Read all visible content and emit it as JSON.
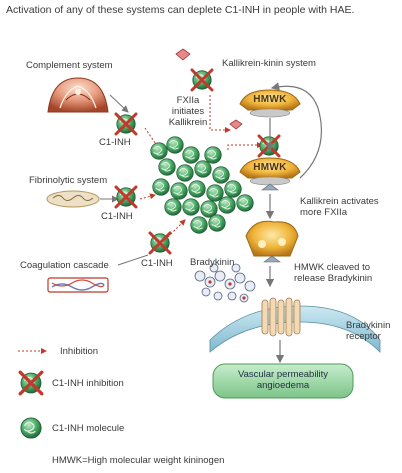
{
  "title": "Activation of any of these systems can deplete C1-INH in people with HAE.",
  "systems": {
    "complement": "Complement system",
    "fibrinolytic": "Fibrinolytic system",
    "coagulation": "Coagulation cascade",
    "kallikrein_kinin": "Kallikrein-kinin system"
  },
  "inhibitor_labels": [
    "C1-INH",
    "C1-INH",
    "C1-INH"
  ],
  "fxiia": [
    "FXIIa",
    "initiates",
    "Kallikrein"
  ],
  "hmwk": [
    "HMWK",
    "HMWK"
  ],
  "kallikrein_activates": [
    "Kallikrein activates",
    "more FXIIa"
  ],
  "bradykinin": "Bradykinin",
  "hmwk_cleaved": [
    "HMWK cleaved to",
    "release Bradykinin"
  ],
  "receptor": [
    "Bradykinin",
    "receptor"
  ],
  "outcome": [
    "Vascular permeability",
    "angioedema"
  ],
  "legend": {
    "inhibition": "Inhibition",
    "inhibition_symbol": "C1-INH inhibition",
    "molecule": "C1-INH molecule"
  },
  "footnote": "HMWK=High molecular weight kininogen",
  "colors": {
    "accent_red": "#c0392b",
    "molecule_green": "#3f9b5a",
    "hmwk_gold": "#e0a22a",
    "outcome_green": "#8fcf97"
  }
}
